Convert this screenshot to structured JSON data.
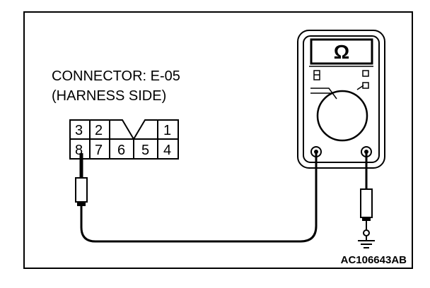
{
  "connector": {
    "label_line1": "CONNECTOR: E-05",
    "label_line2": "(HARNESS SIDE)",
    "pins_top": [
      "3",
      "2",
      "1"
    ],
    "pins_bottom": [
      "8",
      "7",
      "6",
      "5",
      "4"
    ]
  },
  "meter": {
    "mode_symbol": "Ω"
  },
  "figure_id": "AC106643AB",
  "colors": {
    "ink": "#000000",
    "background": "#ffffff"
  }
}
